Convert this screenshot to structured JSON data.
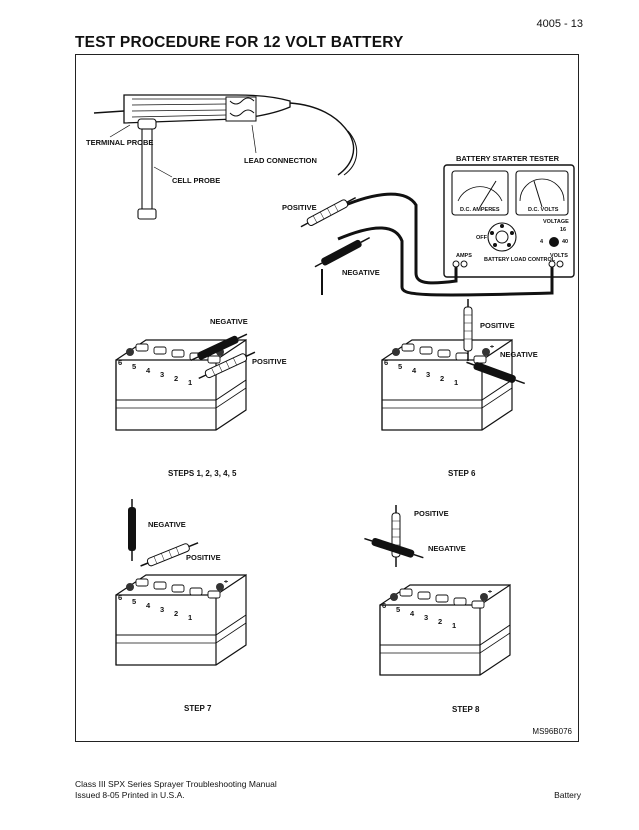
{
  "page_number": "4005 - 13",
  "title": "TEST PROCEDURE FOR 12 VOLT BATTERY",
  "labels": {
    "terminal_probe": "TERMINAL PROBE",
    "lead_connection": "LEAD CONNECTION",
    "cell_probe": "CELL PROBE",
    "positive": "POSITIVE",
    "negative": "NEGATIVE",
    "tester_title": "BATTERY STARTER TESTER",
    "dc_amperes": "D.C. AMPERES",
    "dc_volts": "D.C. VOLTS",
    "voltage": "VOLTAGE",
    "off": "OFF",
    "battery_load_control": "BATTERY LOAD CONTROL",
    "amps": "AMPS",
    "volts": "VOLTS",
    "v16": "16",
    "v4": "4",
    "v40": "40"
  },
  "steps": {
    "s1": "STEPS 1, 2, 3, 4, 5",
    "s6": "STEP 6",
    "s7": "STEP 7",
    "s8": "STEP 8"
  },
  "cell_numbers": [
    "6",
    "5",
    "4",
    "3",
    "2",
    "1"
  ],
  "figure_ref": "MS96B076",
  "footer": {
    "line1": "Class III SPX Series Sprayer Troubleshooting Manual",
    "line2": "Issued 8-05   Printed in U.S.A.",
    "section": "Battery"
  }
}
